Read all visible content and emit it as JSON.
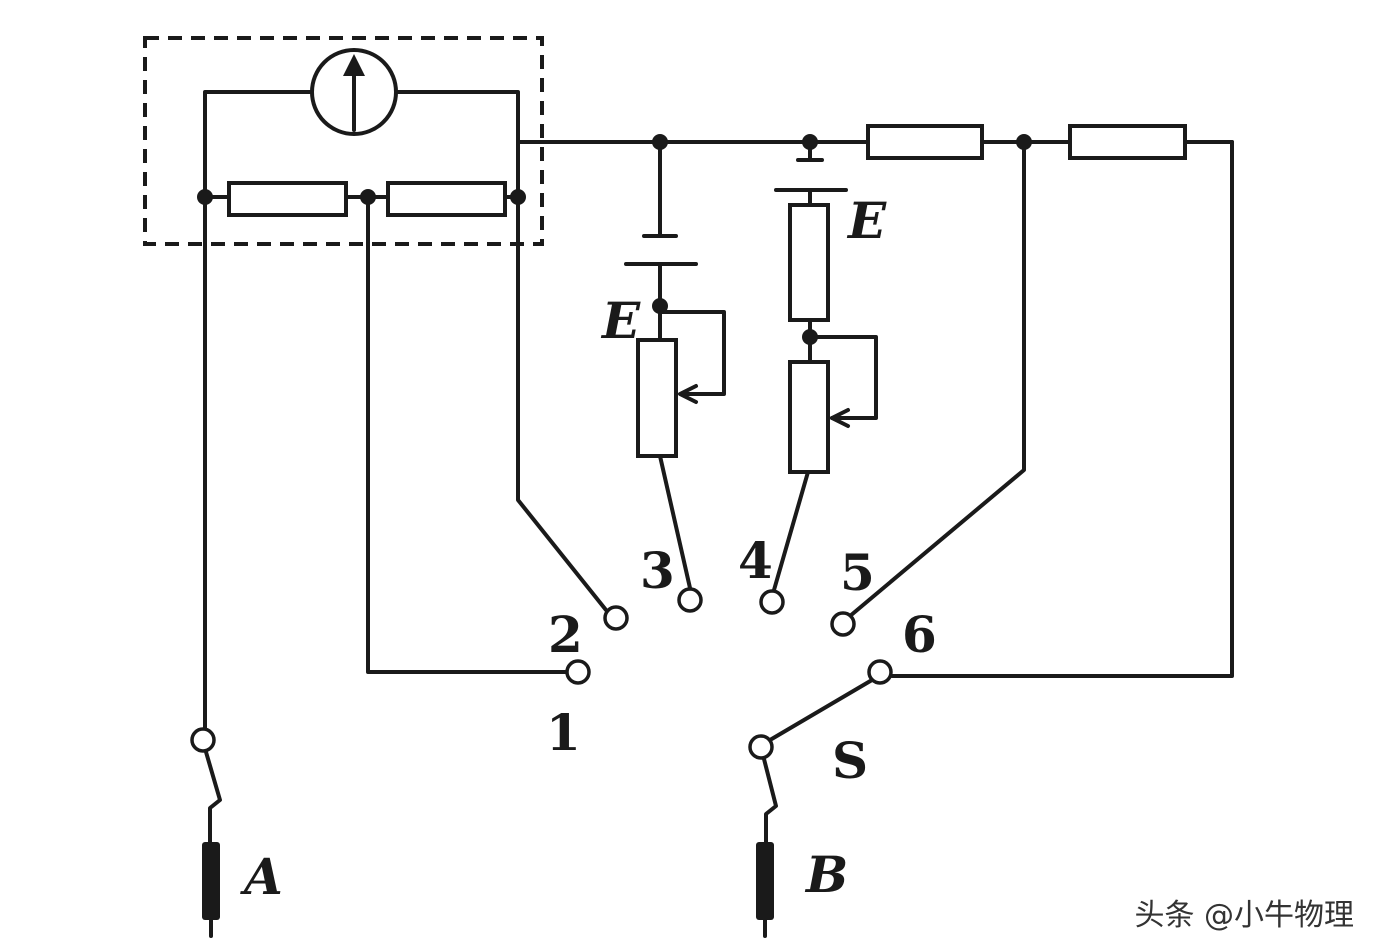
{
  "labels": {
    "t1": "1",
    "t2": "2",
    "t3": "3",
    "t4": "4",
    "t5": "5",
    "t6": "6",
    "emf_left": "E",
    "emf_right": "E",
    "switch": "S",
    "probe_a": "A",
    "probe_b": "B"
  },
  "watermark": "头条 @小牛物理",
  "colors": {
    "line": "#1a1a1a",
    "background": "#ffffff"
  }
}
